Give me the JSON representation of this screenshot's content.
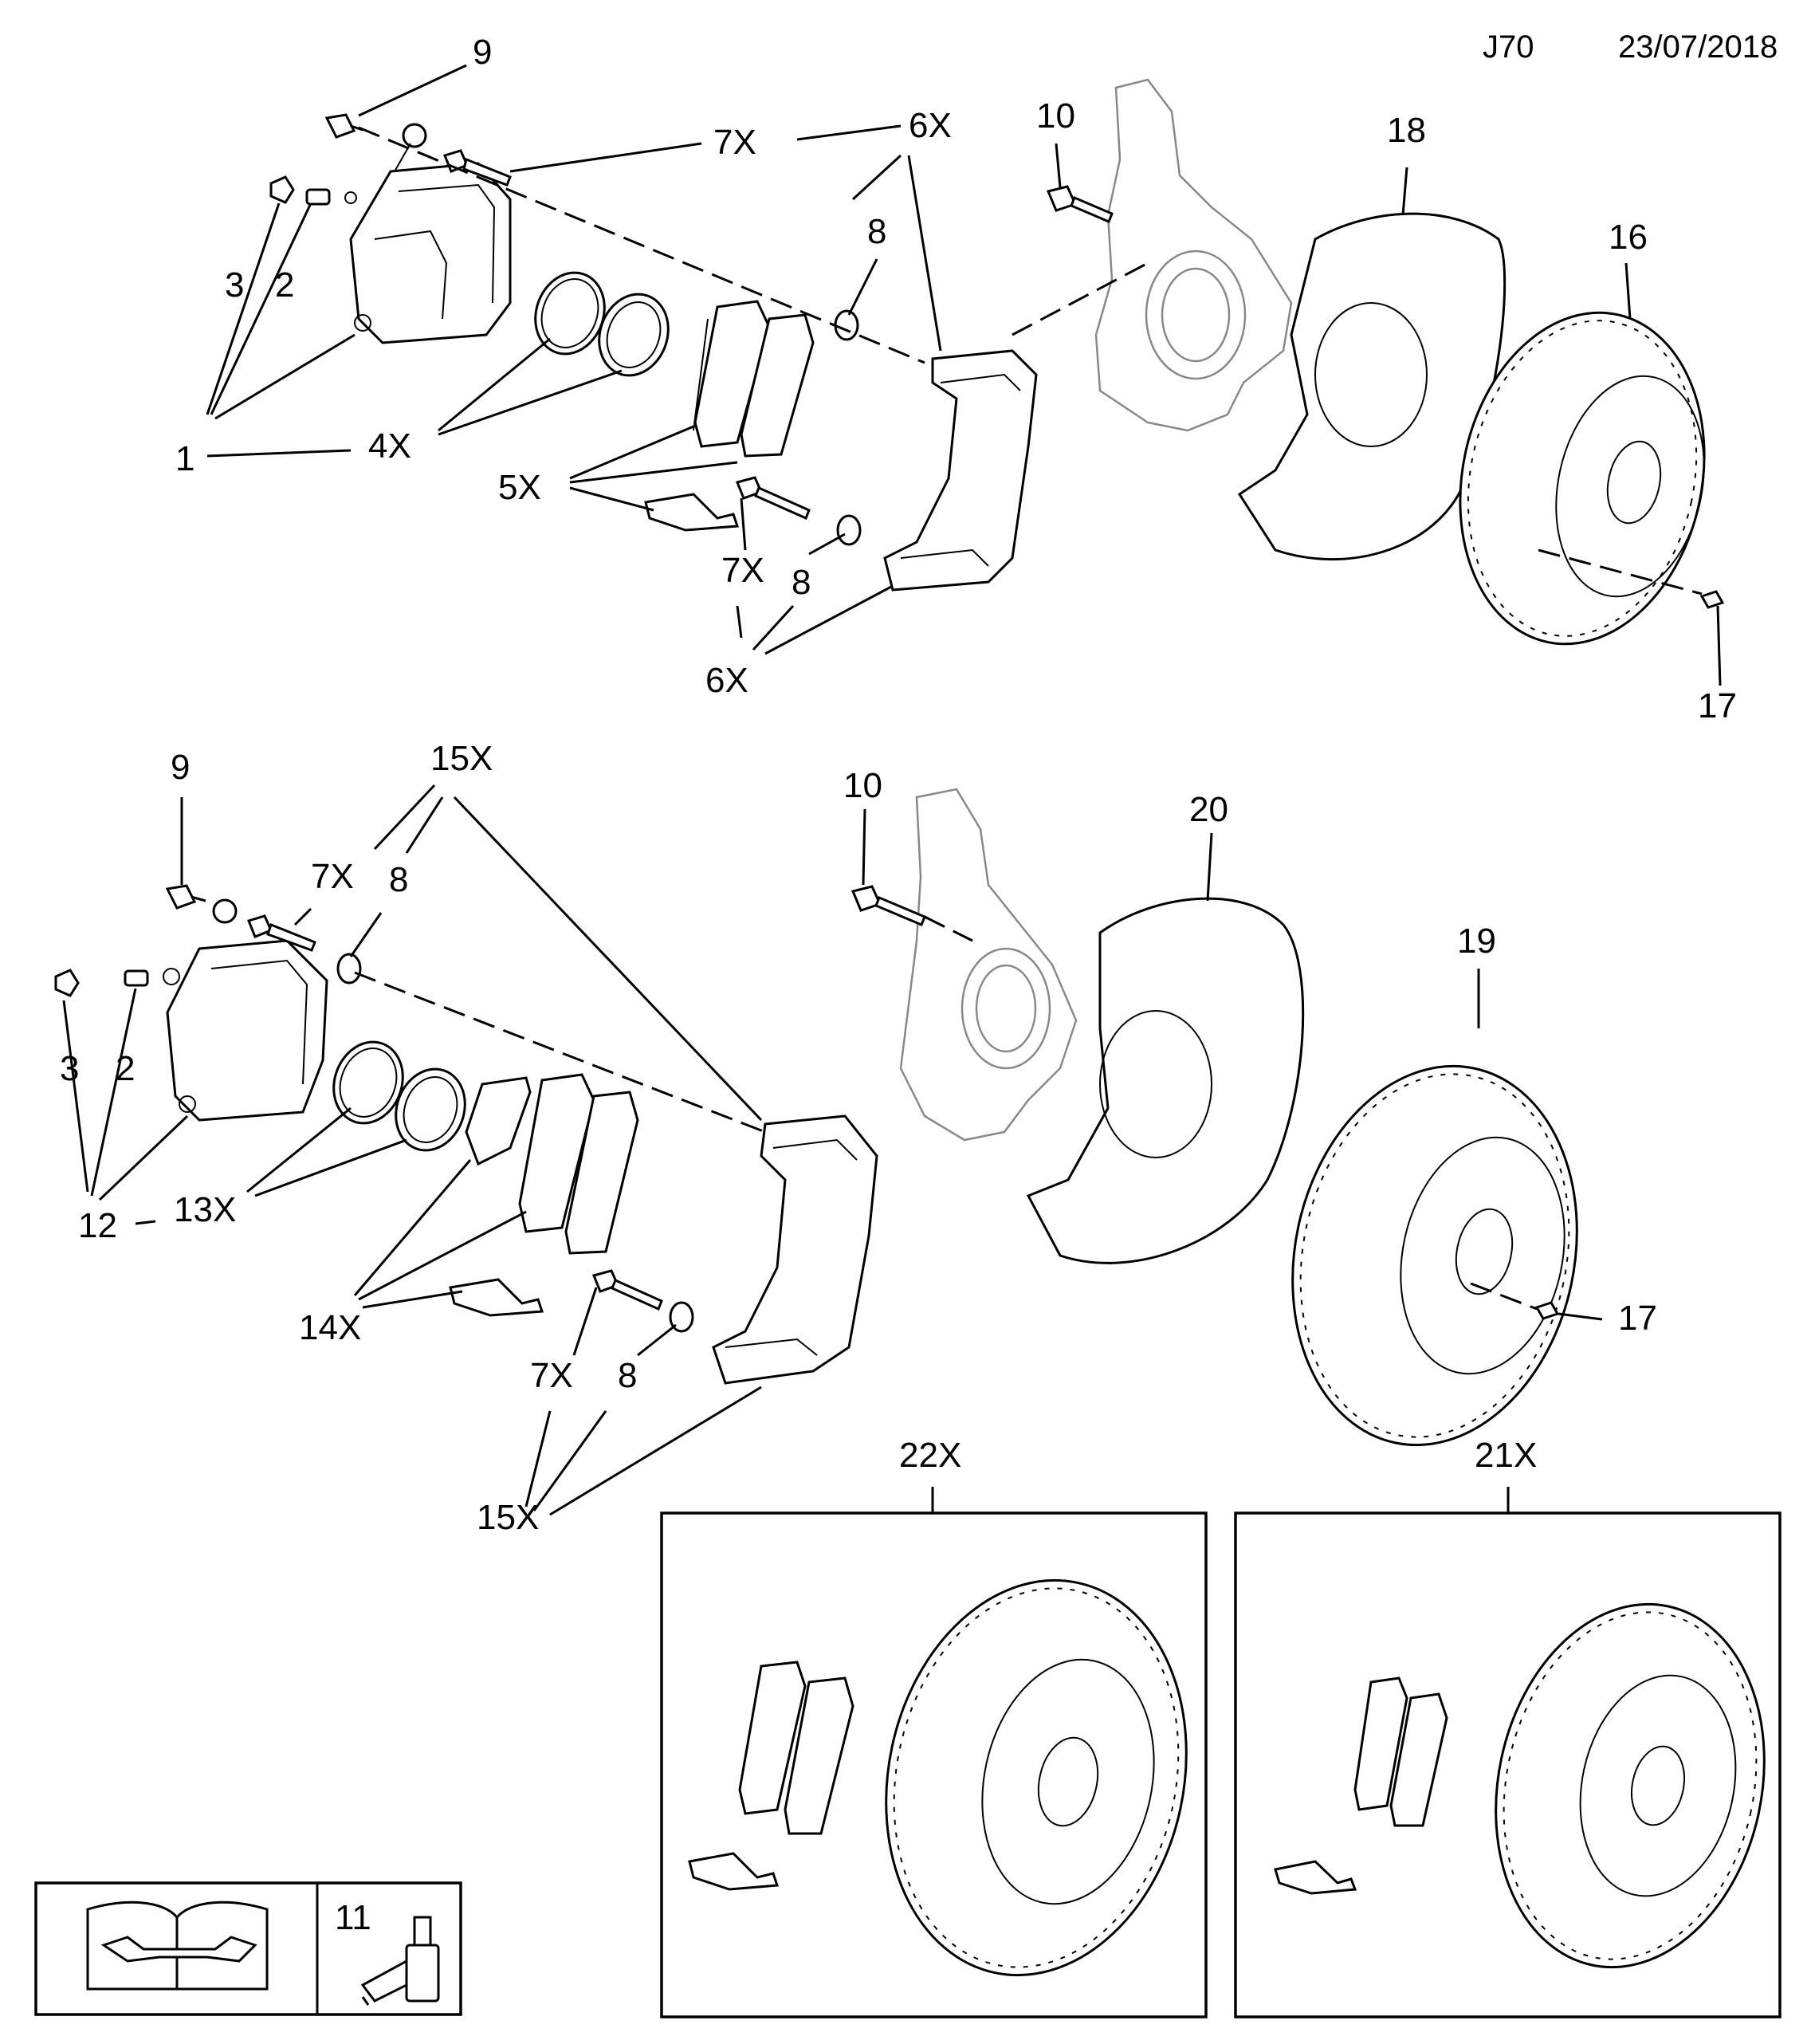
{
  "header": {
    "code": "J70",
    "date": "23/07/2018"
  },
  "callouts": {
    "top_9": "9",
    "top_7x_a": "7X",
    "top_6x_a": "6X",
    "top_10": "10",
    "top_18": "18",
    "top_16": "16",
    "top_8_a": "8",
    "top_3": "3",
    "top_2": "2",
    "top_1": "1",
    "top_4x": "4X",
    "top_5x": "5X",
    "top_7x_b": "7X",
    "top_8_b": "8",
    "top_6x_b": "6X",
    "top_17": "17",
    "bot_9": "9",
    "bot_15x_a": "15X",
    "bot_7x_a": "7X",
    "bot_8_a": "8",
    "bot_10": "10",
    "bot_20": "20",
    "bot_19": "19",
    "bot_3": "3",
    "bot_2": "2",
    "bot_12": "12",
    "bot_13x": "13X",
    "bot_14x": "14X",
    "bot_7x_b": "7X",
    "bot_8_b": "8",
    "bot_17": "17",
    "bot_15x_b": "15X",
    "kit_22x": "22X",
    "kit_21x": "21X",
    "legend_11": "11"
  }
}
